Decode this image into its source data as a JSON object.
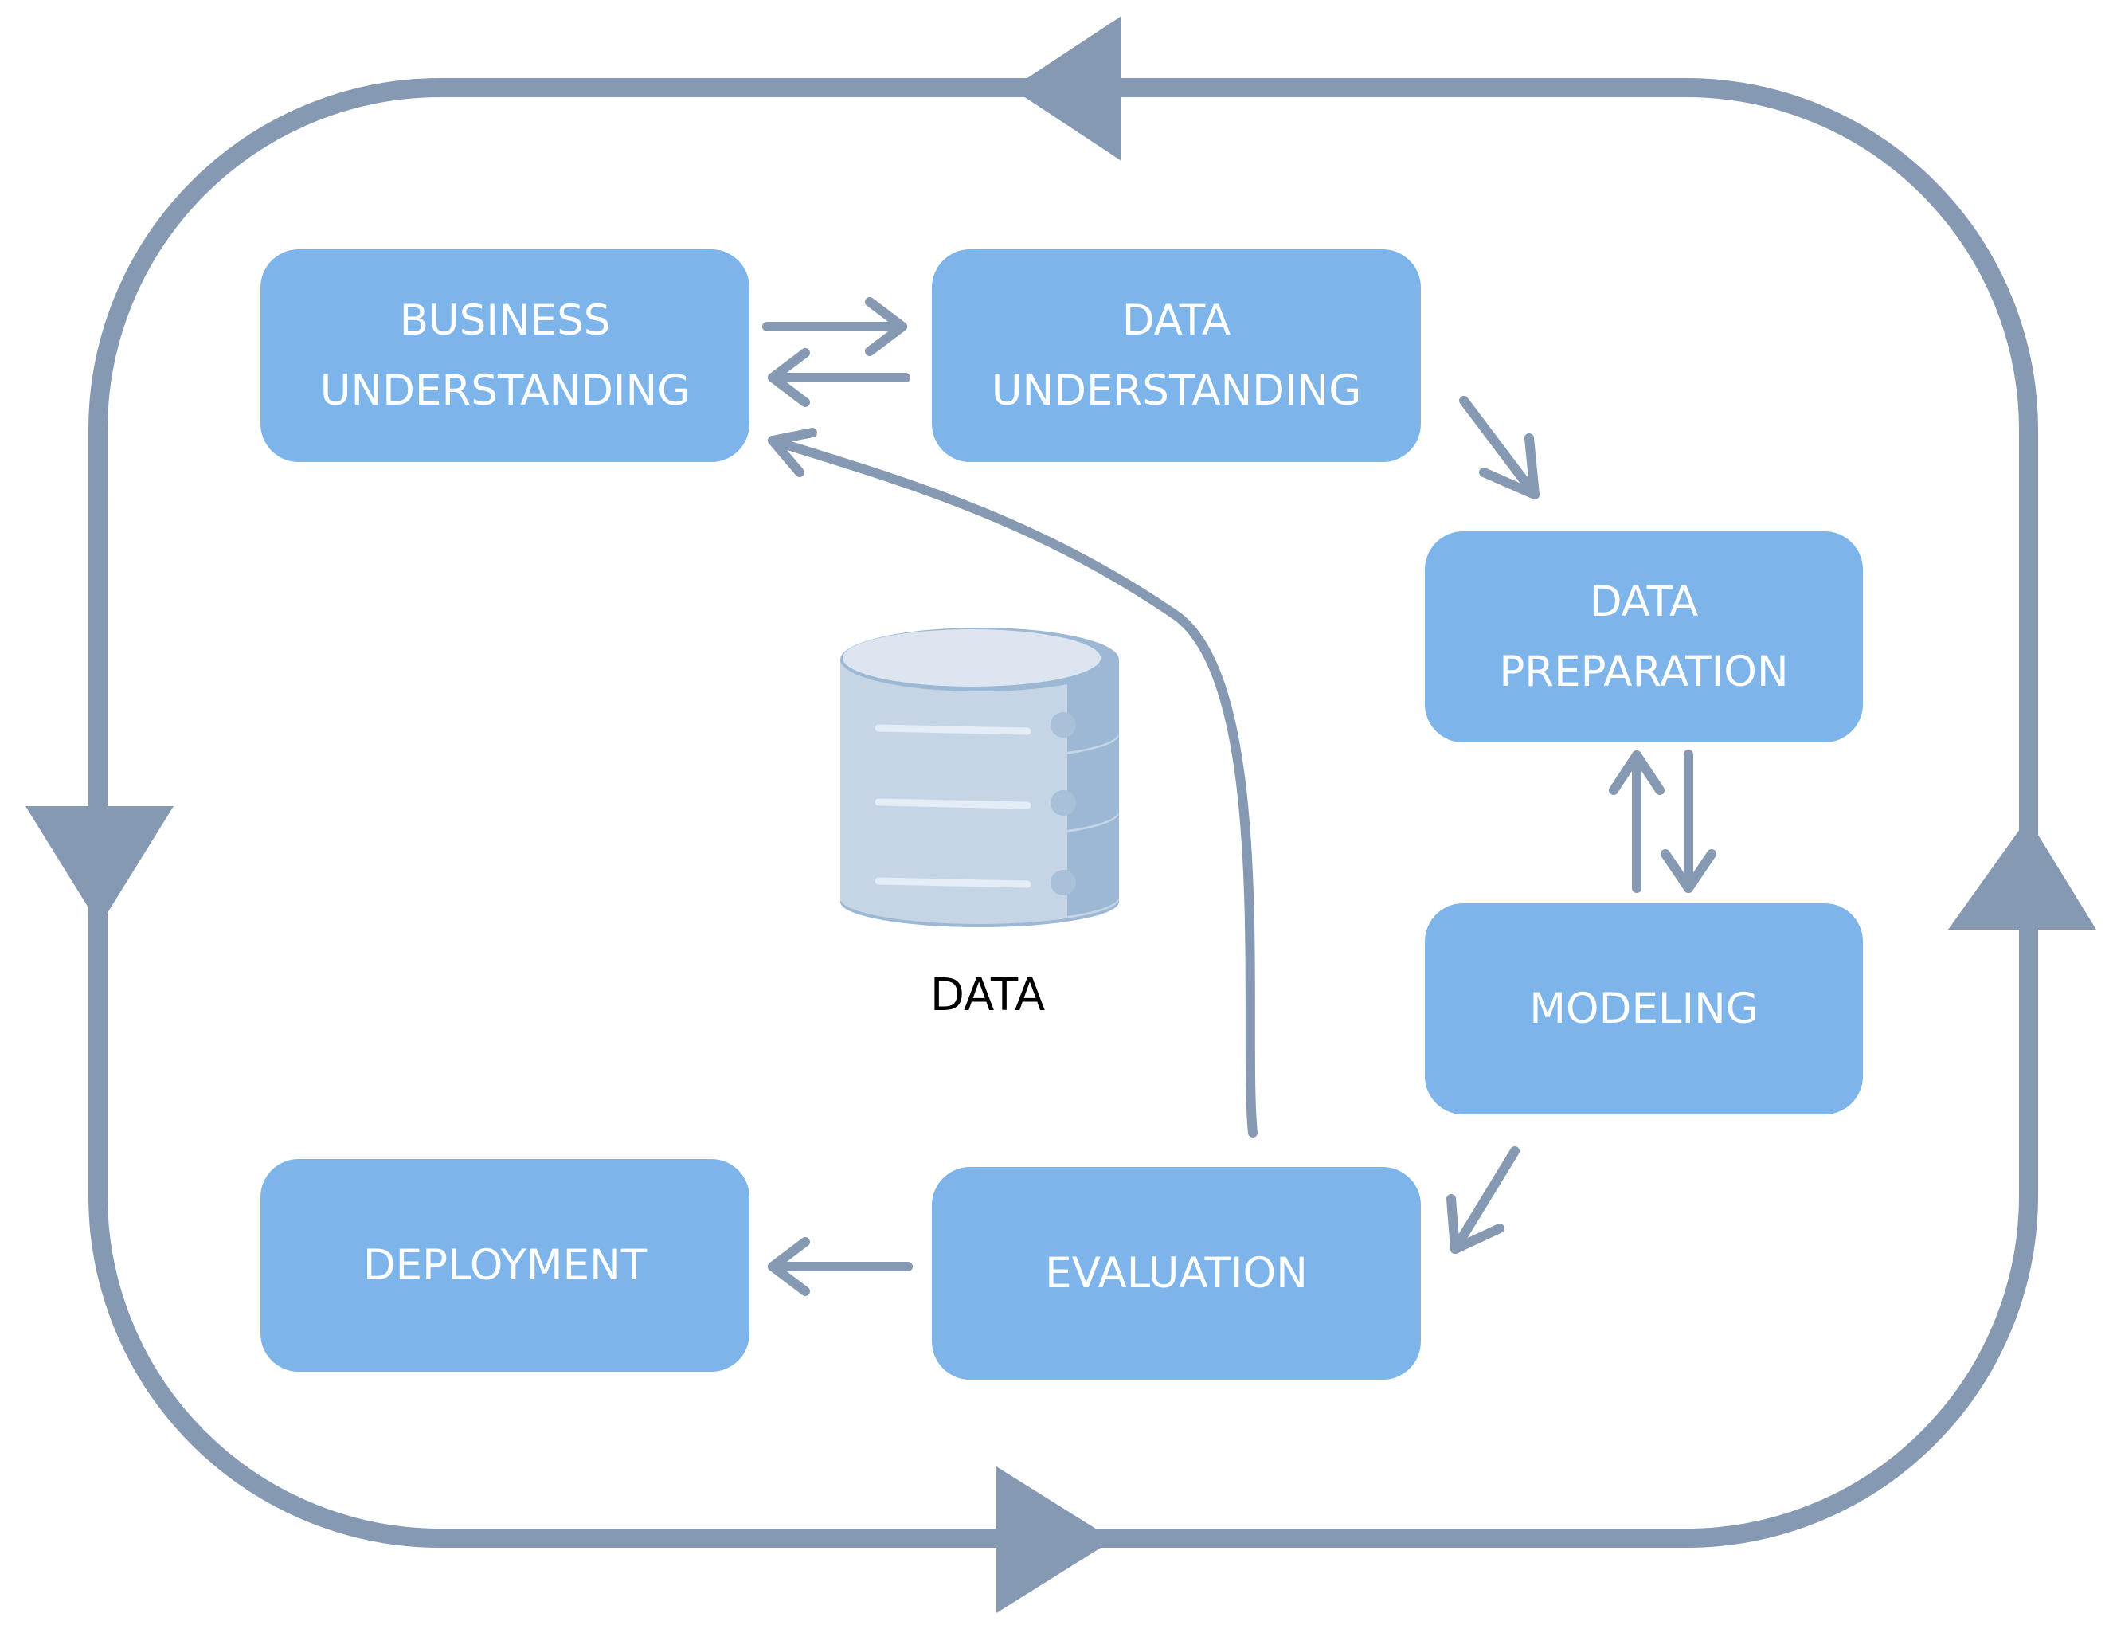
{
  "phases": {
    "business_understanding": [
      "BUSINESS",
      "UNDERSTANDING"
    ],
    "data_understanding": [
      "DATA",
      "UNDERSTANDING"
    ],
    "data_preparation": [
      "DATA",
      "PREPARATION"
    ],
    "modeling": [
      "MODELING"
    ],
    "evaluation": [
      "EVALUATION"
    ],
    "deployment": [
      "DEPLOYMENT"
    ]
  },
  "center": {
    "data_label": "DATA",
    "icon": "database-icon"
  },
  "colors": {
    "box_fill": "#7db4ea",
    "box_text": "#ffffff",
    "arrow": "#8699b2",
    "database_light": "#c5d5e6",
    "database_dark": "#9db8d4"
  }
}
